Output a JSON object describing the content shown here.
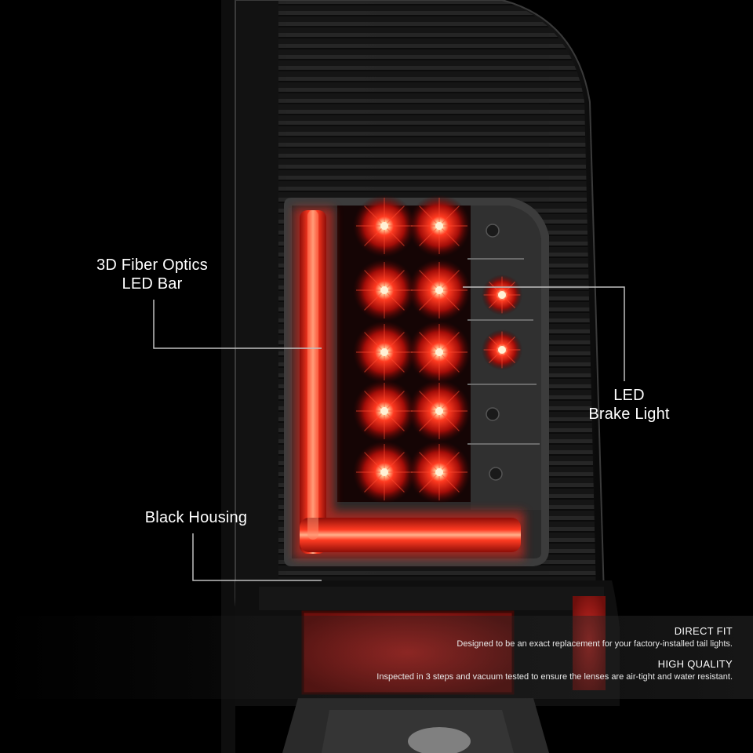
{
  "callouts": {
    "fiber_optics": {
      "line1": "3D Fiber Optics",
      "line2": "LED Bar"
    },
    "brake_light": {
      "line1": "LED",
      "line2": "Brake Light"
    },
    "black_housing": {
      "line1": "Black Housing"
    }
  },
  "features": [
    {
      "title": "DIRECT FIT",
      "text": "Designed to be an exact replacement for your factory-installed tail lights."
    },
    {
      "title": "HIGH QUALITY",
      "text": "Inspected in 3 steps and vacuum tested to ensure the lenses are air-tight and water resistant."
    }
  ],
  "colors": {
    "background": "#000000",
    "housing": "#1a1a1a",
    "led_red": "#ff2a1a",
    "glow_red": "#e0150b",
    "callout_line": "#bfbfbf",
    "text": "#ffffff"
  }
}
